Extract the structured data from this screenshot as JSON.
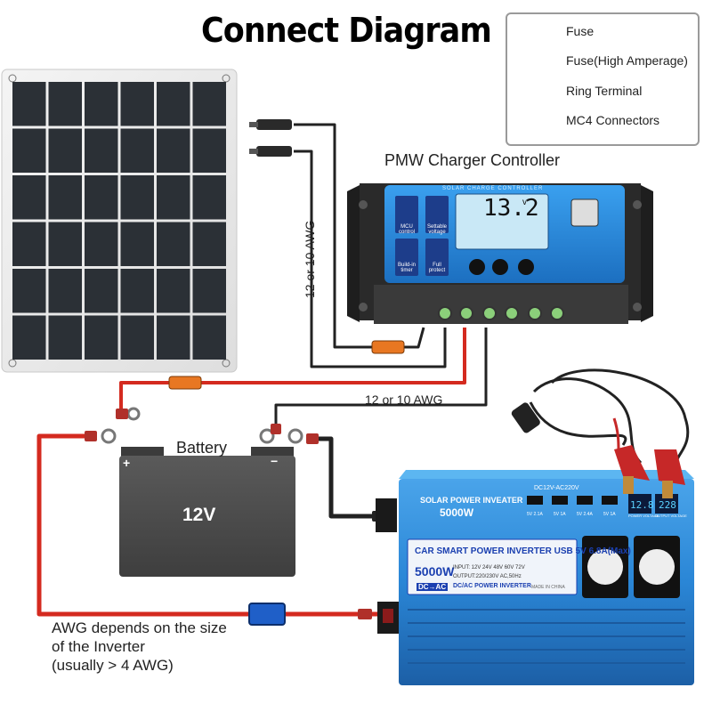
{
  "title": "Connect Diagram",
  "legend": {
    "items": [
      {
        "label": "Fuse",
        "icon": "fuse-icon",
        "color": "#e87722"
      },
      {
        "label": "Fuse(High Amperage)",
        "icon": "high-amperage-fuse-icon",
        "color": "#1f5fc8"
      },
      {
        "label": "Ring Terminal",
        "icon": "ring-terminal-icon",
        "color": "#b0302a"
      },
      {
        "label": "MC4 Connectors",
        "icon": "mc4-connector-icon",
        "color": "#222222"
      }
    ]
  },
  "labels": {
    "controller": "PMW Charger Controller",
    "awg_vertical": "12 or 10 AWG",
    "awg_horizontal": "12 or 10 AWG",
    "battery": "Battery",
    "note_lines": [
      "AWG depends on the size",
      "of the Inverter",
      "(usually  > 4 AWG)"
    ]
  },
  "battery": {
    "voltage": "12V",
    "plus": "+",
    "minus": "−"
  },
  "controller": {
    "header": "SOLAR CHARGE CONTROLLER",
    "lcd": "13.2",
    "lcd_unit": "v",
    "buttons": [
      "MCU control",
      "Settable voltage",
      "Build-in timer",
      "Full protect"
    ]
  },
  "inverter": {
    "header": "SOLAR POWER INVEATER",
    "watt": "5000W",
    "dc_rating": "DC12V-AC220V",
    "usb_labels": [
      "5V 2.1A",
      "5V 1A",
      "5V 2.4A",
      "5V 1A"
    ],
    "display_values": [
      "12.8",
      "228"
    ],
    "display_captions": [
      "POWER VOLTAGE",
      "OUTPUT VOLTAGE"
    ],
    "plate_title": "CAR SMART POWER INVERTER USB 5V 6.8A(Max)",
    "plate_watt": "5000W",
    "plate_input": "INPUT: 12V  24V  48V  60V  72V",
    "plate_output": "OUTPUT:220/230V AC,50Hz",
    "plate_type": "DC/AC POWER INVERTER",
    "plate_dcac": "DC→AC",
    "made_in": "MADE IN CHINA"
  },
  "colors": {
    "wire_red": "#d42a1f",
    "wire_black": "#222222",
    "fuse": "#e87722",
    "high_fuse": "#1f5fc8",
    "panel_cell": "#2b3036",
    "controller_blue": "#2f8fe0",
    "inverter_blue": "#2a86d6"
  }
}
